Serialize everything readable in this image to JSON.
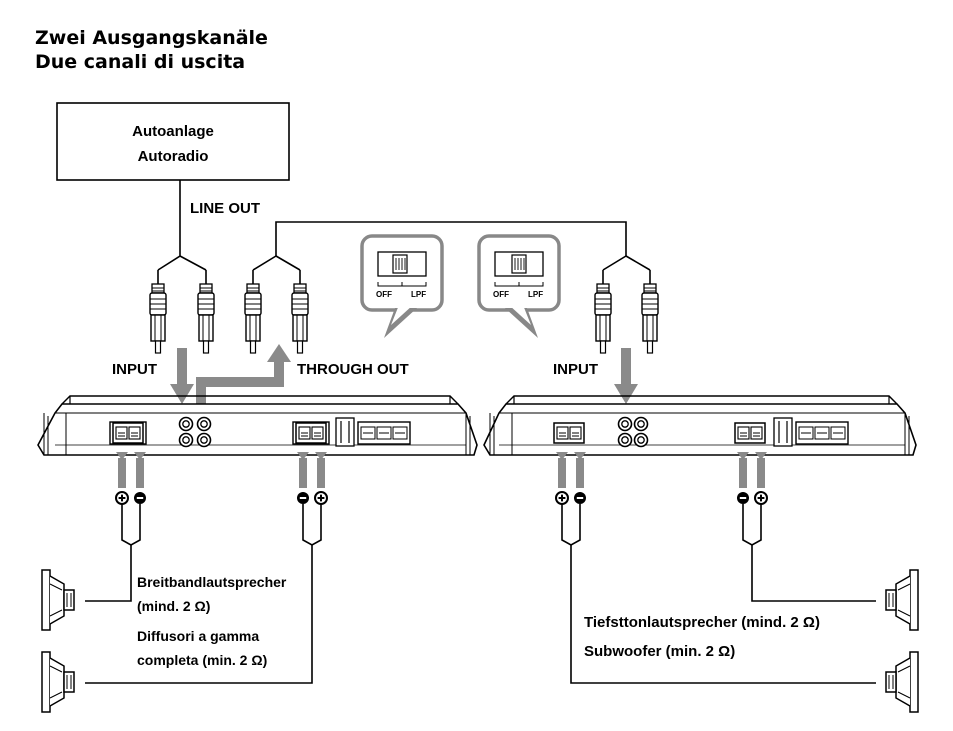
{
  "heading": {
    "line1": "Zwei Ausgangskanäle",
    "line2": "Due canali di uscita"
  },
  "source_box": {
    "line1": "Autoanlage",
    "line2": "Autoradio"
  },
  "labels": {
    "line_out": "LINE OUT",
    "input_left": "INPUT",
    "through_out": "THROUGH OUT",
    "input_right": "INPUT"
  },
  "switch": {
    "off": "OFF",
    "lpf": "LPF"
  },
  "left_speakers": {
    "de_line1": "Breitbandlautsprecher",
    "de_line2": "(mind. 2 Ω)",
    "it_line1": "Diffusori a gamma",
    "it_line2": "completa (min. 2 Ω)"
  },
  "right_speakers": {
    "de": "Tiefsttonlautsprecher (mind. 2 Ω)",
    "it": "Subwoofer (min. 2 Ω)"
  },
  "colors": {
    "arrow_gray": "#8a8a8a",
    "callout_gray": "#888888",
    "line": "#000000"
  }
}
